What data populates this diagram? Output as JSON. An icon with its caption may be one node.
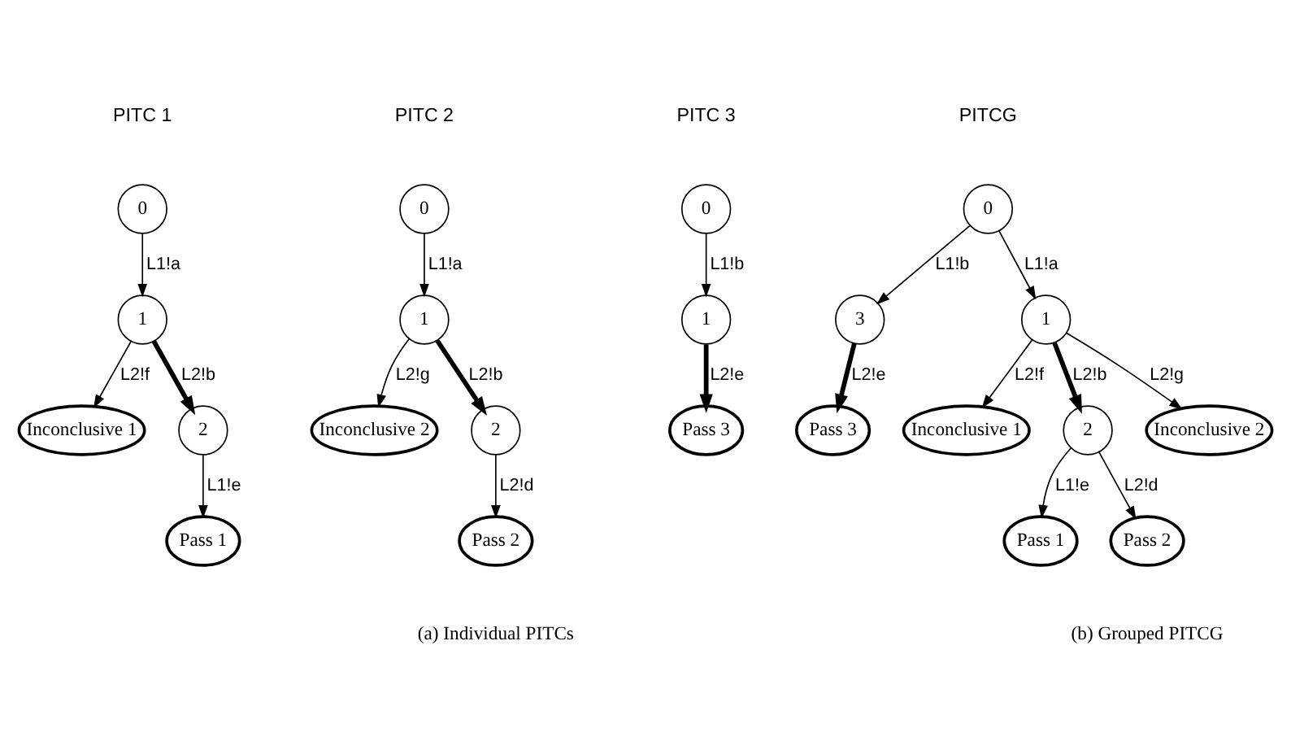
{
  "diagram": {
    "nodes": [
      {
        "text": [
          "0"
        ]
      },
      {
        "text": [
          "1"
        ]
      },
      {
        "text": [
          "2"
        ]
      },
      {
        "text": [
          "Inconclusive 1"
        ]
      },
      {
        "text": [
          "Pass 1"
        ]
      },
      {
        "text": [
          "0"
        ]
      },
      {
        "text": [
          "1"
        ]
      },
      {
        "text": [
          "2"
        ]
      },
      {
        "text": [
          "Inconclusive 2"
        ]
      },
      {
        "text": [
          "Pass 2"
        ]
      },
      {
        "text": [
          "0"
        ]
      },
      {
        "text": [
          "1"
        ]
      },
      {
        "text": [
          "Pass 3"
        ]
      },
      {
        "text": [
          "0"
        ]
      },
      {
        "text": [
          "1"
        ]
      },
      {
        "text": [
          "3"
        ]
      },
      {
        "text": [
          "Inconclusive 1"
        ]
      },
      {
        "text": [
          "2"
        ]
      },
      {
        "text": [
          "Inconclusive 2"
        ]
      },
      {
        "text": [
          "Pass 1"
        ]
      },
      {
        "text": [
          "Pass 2"
        ]
      },
      {
        "text": [
          "Pass 3"
        ]
      }
    ],
    "edges": [
      {
        "from": 0,
        "to": 1,
        "arrow": "to",
        "label": "L1!a"
      },
      {
        "from": 1,
        "to": 2,
        "arrow": "to",
        "label": "L2!b",
        "style": "thick"
      },
      {
        "from": 1,
        "to": 3,
        "arrow": "to",
        "label": "L2!f"
      },
      {
        "from": 2,
        "to": 4,
        "arrow": "to",
        "label": "L1!e"
      },
      {
        "from": 5,
        "to": 6,
        "arrow": "to",
        "label": "L1!a"
      },
      {
        "from": 6,
        "to": 7,
        "arrow": "to",
        "label": "L2!b",
        "style": "thick"
      },
      {
        "from": 6,
        "to": 8,
        "arrow": "to",
        "label": "L2!g"
      },
      {
        "from": 7,
        "to": 9,
        "arrow": "to",
        "label": "L2!d"
      },
      {
        "from": 10,
        "to": 11,
        "arrow": "to",
        "label": "L1!b"
      },
      {
        "from": 11,
        "to": 12,
        "arrow": "to",
        "label": "L2!e",
        "style": "thick"
      },
      {
        "from": 13,
        "to": 14,
        "arrow": "to",
        "label": "L1!a"
      },
      {
        "from": 13,
        "to": 15,
        "arrow": "to",
        "label": "L1!b"
      },
      {
        "from": 14,
        "to": 16,
        "arrow": "to",
        "label": "L2!f"
      },
      {
        "from": 14,
        "to": 17,
        "arrow": "to",
        "label": "L2!b",
        "style": "thick"
      },
      {
        "from": 14,
        "to": 18,
        "arrow": "to",
        "label": "L2!g"
      },
      {
        "from": 17,
        "to": 19,
        "arrow": "to",
        "label": "L1!e"
      },
      {
        "from": 17,
        "to": 20,
        "arrow": "to",
        "label": "L2!d"
      },
      {
        "from": 15,
        "to": 21,
        "arrow": "to",
        "label": "L2!e",
        "style": "thick"
      }
    ],
    "labels": [
      "PITC 1",
      "PITC 2",
      "PITC 3",
      "PITCG",
      "(a) Individual PITCs",
      "(b) Grouped PITCG"
    ]
  }
}
